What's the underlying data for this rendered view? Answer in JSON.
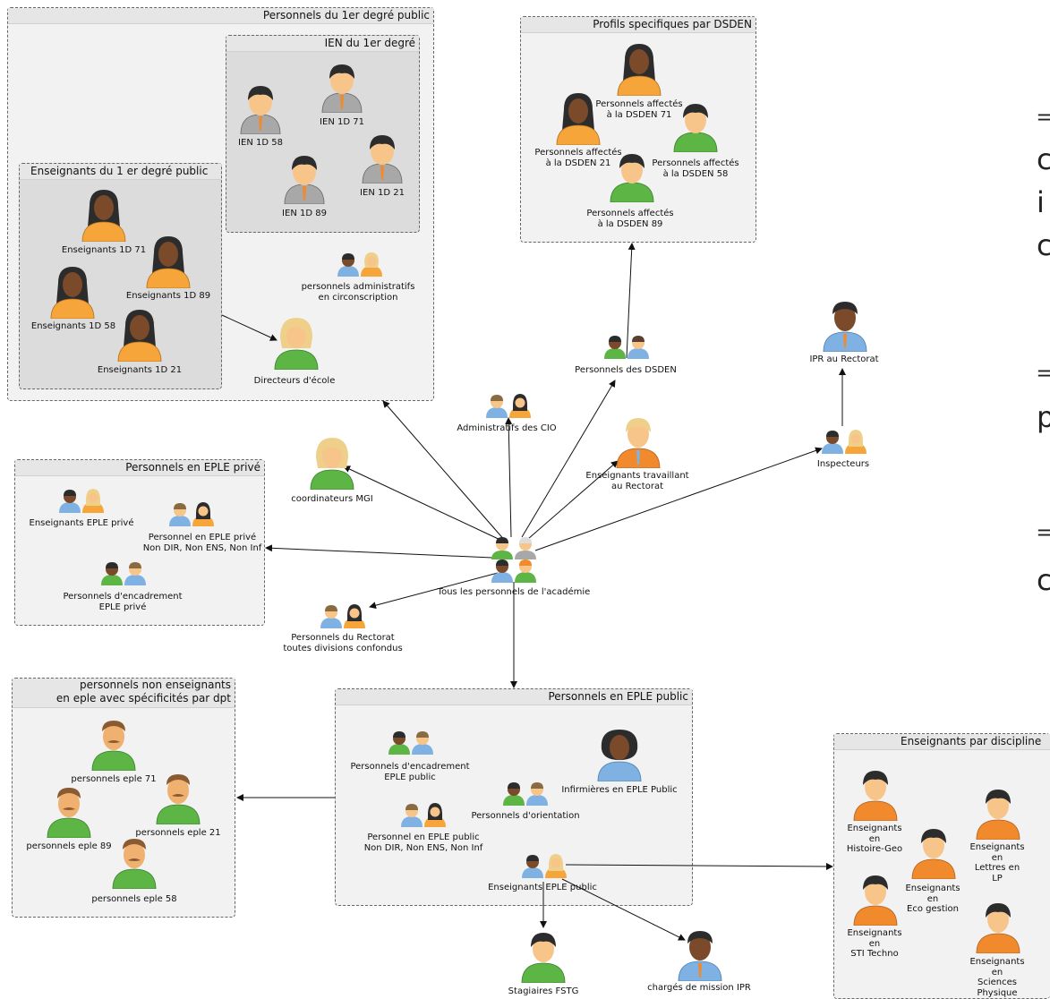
{
  "groups": {
    "premier_degre": "Personnels du 1er degré public",
    "ien": "IEN du 1er degré",
    "enseignants_1d": "Enseignants du 1 er degré public",
    "dsden": "Profils specifiques par DSDEN",
    "eple_prive": "Personnels en EPLE privé",
    "non_enseignants": "personnels non enseignants\nen eple  avec spécificités par dpt",
    "eple_public": "Personnels en EPLE public",
    "disciplines": "Enseignants par discipline"
  },
  "nodes": {
    "ien58": "IEN 1D 58",
    "ien71": "IEN 1D 71",
    "ien89": "IEN 1D 89",
    "ien21": "IEN 1D 21",
    "ens71": "Enseignants 1D 71",
    "ens89": "Enseignants 1D 89",
    "ens58": "Enseignants 1D 58",
    "ens21": "Enseignants 1D 21",
    "admin_circ": "personnels administratifs\nen circonscription",
    "directeurs": "Directeurs d'école",
    "dsden71": "Personnels affectés\nà la DSDEN 71",
    "dsden21": "Personnels affectés\nà la DSDEN 21",
    "dsden58": "Personnels affectés\nà la DSDEN 58",
    "dsden89": "Personnels affectés\nà la DSDEN 89",
    "perso_dsden": "Personnels des DSDEN",
    "ipr_rectorat": "IPR au Rectorat",
    "admin_cio": "Administratifs des CIO",
    "coord_mgi": "coordinateurs MGI",
    "ens_rectorat": "Enseignants travaillant\nau Rectorat",
    "inspecteurs": "Inspecteurs",
    "tous": "Tous les personnels de l'académie",
    "ens_eple_prive": "Enseignants EPLE privé",
    "perso_eple_prive": "Personnel en EPLE privé\nNon DIR, Non ENS, Non Inf",
    "encad_prive": "Personnels d'encadrement\nEPLE privé",
    "perso_rectorat": "Personnels du Rectorat\ntoutes divisions confondus",
    "eple71": "personnels eple 71",
    "eple89": "personnels eple 89",
    "eple21": "personnels eple 21",
    "eple58": "personnels eple 58",
    "encad_public": "Personnels d'encadrement\nEPLE public",
    "infirmieres": "Infirmières en EPLE Public",
    "orientation": "Personnels d'orientation",
    "perso_eple_public": "Personnel en EPLE public\nNon DIR, Non ENS, Non Inf",
    "ens_eple_public": "Enseignants EPLE public",
    "stagiaires": "Stagiaires FSTG",
    "charges_mission": "chargés de mission IPR",
    "ens_hg": "Enseignants\nen\nHistoire-Geo",
    "ens_lettres": "Enseignants\nen\nLettres en LP",
    "ens_eco": "Enseignants\nen\nEco gestion",
    "ens_sti": "Enseignants\nen\nSTI Techno",
    "ens_sp": "Enseignants\nen\nSciences Physique"
  },
  "side_text": [
    "⇒",
    "c",
    "i",
    "c",
    "⇒",
    "p",
    "⇒",
    "c"
  ],
  "colors": {
    "orange": "#f5a53a",
    "green": "#5cb544",
    "blue": "#7fb2e3",
    "grey_suit": "#a8a8a8",
    "orange_shirt": "#f08a2c",
    "skin_light": "#f7c58a",
    "skin_dark": "#7a4a2a",
    "hair_dark": "#2c2c2c",
    "hair_blond": "#efd08a"
  }
}
